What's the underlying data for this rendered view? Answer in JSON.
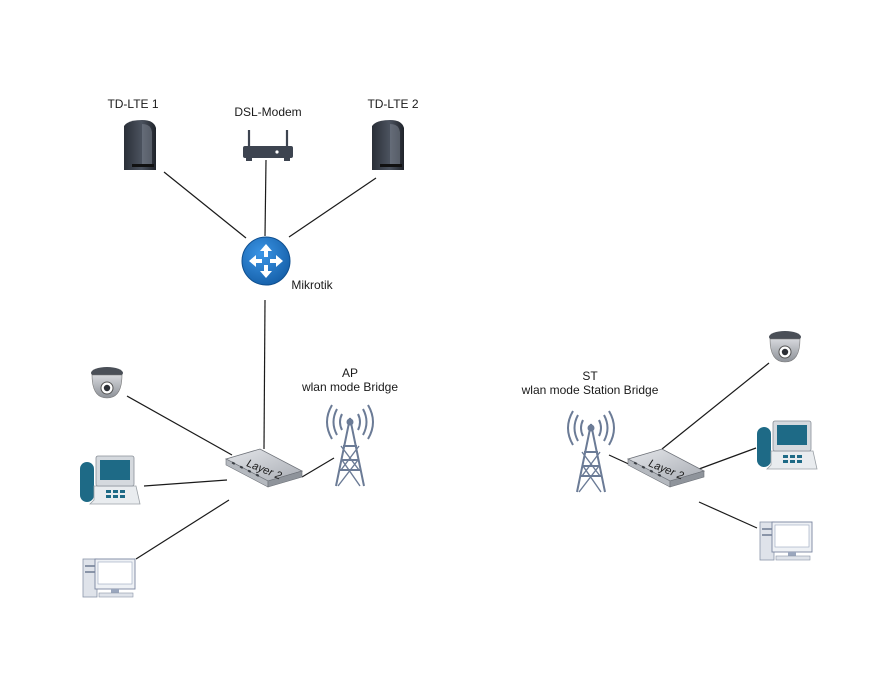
{
  "nodes": {
    "td_lte_1": {
      "label": "TD-LTE 1",
      "icon": "lte-modem-icon"
    },
    "dsl_modem": {
      "label": "DSL-Modem",
      "icon": "router-icon"
    },
    "td_lte_2": {
      "label": "TD-LTE 2",
      "icon": "lte-modem-icon"
    },
    "mikrotik": {
      "label": "Mikrotik",
      "icon": "router-icon"
    },
    "switch_left": {
      "label": "Layer 2",
      "icon": "switch-icon"
    },
    "switch_right": {
      "label": "Layer 2",
      "icon": "switch-icon"
    },
    "ap": {
      "line1": "AP",
      "line2": "wlan mode Bridge",
      "icon": "antenna-tower-icon"
    },
    "st": {
      "line1": "ST",
      "line2": "wlan mode Station Bridge",
      "icon": "antenna-tower-icon"
    },
    "camera_left": {
      "icon": "dome-camera-icon"
    },
    "phone_left": {
      "icon": "video-phone-icon"
    },
    "pc_left": {
      "icon": "workstation-icon"
    },
    "camera_right": {
      "icon": "dome-camera-icon"
    },
    "phone_right": {
      "icon": "video-phone-icon"
    },
    "pc_right": {
      "icon": "workstation-icon"
    }
  },
  "colors": {
    "router_blue": "#1e74c6",
    "line": "#1a1a1a",
    "device_gray": "#3d4450",
    "switch_gray": "#c9ccd1",
    "tower": "#6b7b96",
    "phone_teal": "#1e6a86"
  }
}
